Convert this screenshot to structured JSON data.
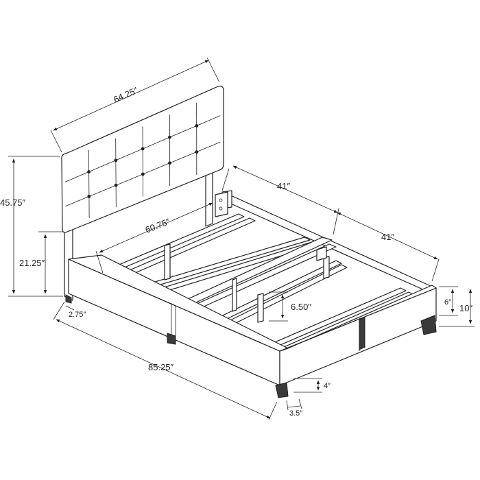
{
  "dimensions": {
    "headboard_width": "64.25″",
    "headboard_height": "45.75″",
    "headboard_to_rail": "21.25″",
    "inner_width": "60.75″",
    "half_length_1": "41″",
    "half_length_2": "41″",
    "overall_length": "85.25″",
    "post_depth": "2.75″",
    "slat_support": "6.50″",
    "rail_height": "6″",
    "side_height": "10″",
    "leg_height": "4″",
    "leg_width": "3.5″"
  },
  "colors": {
    "line": "#231f20",
    "background": "#ffffff"
  }
}
